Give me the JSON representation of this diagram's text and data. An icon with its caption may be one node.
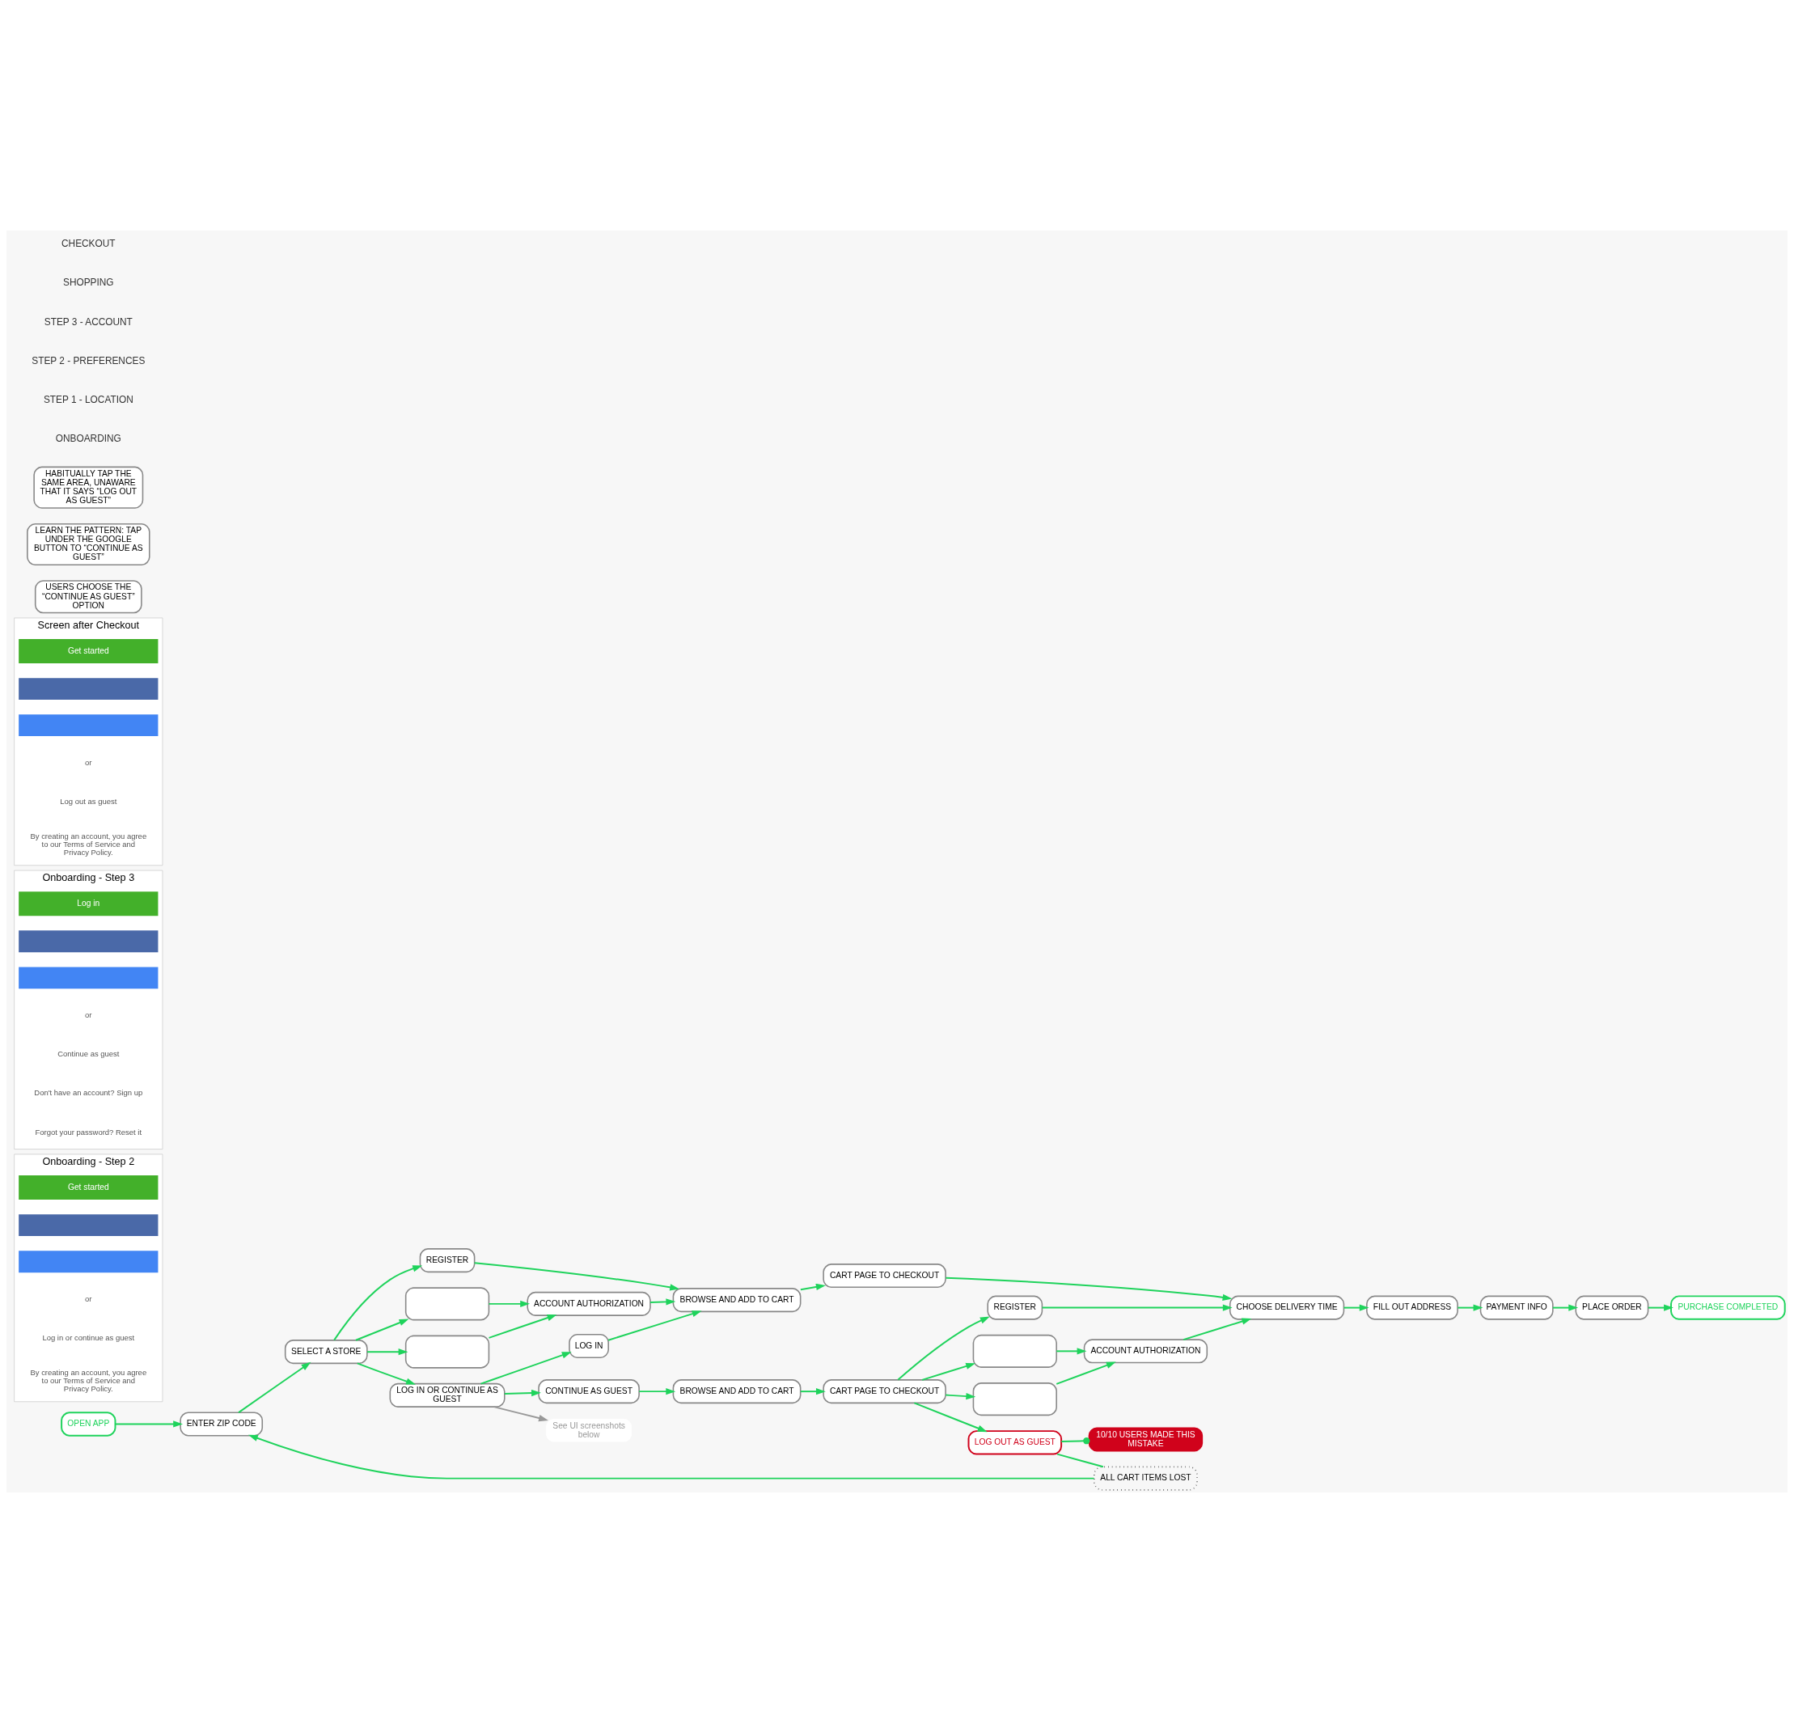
{
  "diagram": {
    "nodes": [
      {
        "text": [
          "OPEN APP"
        ]
      },
      {
        "text": [
          "ENTER ZIP CODE"
        ]
      },
      {
        "text": [
          "SELECT A STORE"
        ]
      },
      {
        "text": [
          "REGISTER"
        ]
      },
      {
        "text": [],
        "shape": "box"
      },
      {
        "text": [],
        "shape": "box"
      },
      {
        "text": [
          "LOG IN OR CONTINUE AS GUEST"
        ]
      },
      {
        "text": [
          "ACCOUNT AUTHORIZATION"
        ]
      },
      {
        "text": [
          "LOG IN"
        ]
      },
      {
        "text": [
          "CONTINUE AS GUEST"
        ]
      },
      {
        "text": [
          "BROWSE AND ADD TO CART"
        ]
      },
      {
        "text": [
          "CART PAGE TO CHECKOUT"
        ]
      },
      {
        "text": [
          "BROWSE AND ADD TO CART"
        ]
      },
      {
        "text": [
          "CART PAGE TO CHECKOUT"
        ]
      },
      {
        "text": [
          "CHOOSE DELIVERY TIME"
        ]
      },
      {
        "text": [
          "FILL OUT ADDRESS"
        ]
      },
      {
        "text": [
          "PAYMENT INFO"
        ]
      },
      {
        "text": [
          "PLACE ORDER"
        ]
      },
      {
        "text": [
          "PURCHASE COMPLETED"
        ]
      },
      {
        "text": [
          "REGISTER"
        ]
      },
      {
        "text": [],
        "shape": "box"
      },
      {
        "text": [],
        "shape": "box"
      },
      {
        "text": [
          "ACCOUNT AUTHORIZATION"
        ]
      },
      {
        "text": [
          "LOG OUT AS GUEST"
        ]
      },
      {
        "text": [
          "10/10 USERS MADE THIS MISTAKE"
        ]
      },
      {
        "text": [
          "ALL CART ITEMS LOST"
        ]
      },
      {
        "text": [
          "See UI screenshots below"
        ]
      },
      {
        "text": [
          "Onboarding - Step 2"
        ]
      },
      {
        "text": [
          "Get started"
        ],
        "in": 27
      },
      {
        "text": [],
        "shape": "box",
        "in": 27
      },
      {
        "text": [],
        "shape": "box",
        "in": 27
      },
      {
        "text": [
          "Onboarding - Step 3"
        ]
      },
      {
        "text": [
          "Log in"
        ],
        "in": 31
      },
      {
        "text": [],
        "shape": "box",
        "in": 31
      },
      {
        "text": [],
        "shape": "box",
        "in": 31
      },
      {
        "text": [
          "Screen after Checkout"
        ]
      },
      {
        "text": [
          "Get started"
        ],
        "in": 35
      },
      {
        "text": [],
        "shape": "box",
        "in": 35
      },
      {
        "text": [],
        "shape": "box",
        "in": 35
      },
      {
        "text": [
          "USERS CHOOSE THE “CONTINUE AS GUEST” OPTION"
        ]
      },
      {
        "text": [
          "LEARN THE PATTERN: TAP UNDER THE GOOGLE BUTTON TO “CONTINUE AS GUEST”"
        ]
      },
      {
        "text": [
          "HABITUALLY TAP THE SAME AREA, UNAWARE THAT IT SAYS “LOG OUT AS GUEST”"
        ]
      }
    ],
    "edges": [
      {
        "from": 0,
        "to": 1,
        "arrow": "to"
      },
      {
        "from": 1,
        "to": 2,
        "arrow": "to"
      },
      {
        "from": 2,
        "to": 3,
        "arrow": "to"
      },
      {
        "from": 2,
        "to": 4,
        "arrow": "to"
      },
      {
        "from": 2,
        "to": 5,
        "arrow": "to"
      },
      {
        "from": 2,
        "to": 6,
        "arrow": "to"
      },
      {
        "from": 4,
        "to": 7,
        "arrow": "to"
      },
      {
        "from": 5,
        "to": 7,
        "arrow": "to"
      },
      {
        "from": 3,
        "to": 10,
        "arrow": "to"
      },
      {
        "from": 7,
        "to": 10,
        "arrow": "to"
      },
      {
        "from": 6,
        "to": 8,
        "arrow": "to"
      },
      {
        "from": 6,
        "to": 9,
        "arrow": "to"
      },
      {
        "from": 8,
        "to": 10,
        "arrow": "to"
      },
      {
        "from": 9,
        "to": 12,
        "arrow": "to"
      },
      {
        "from": 10,
        "to": 11,
        "arrow": "to"
      },
      {
        "from": 12,
        "to": 13,
        "arrow": "to"
      },
      {
        "from": 11,
        "to": 14,
        "arrow": "to"
      },
      {
        "from": 19,
        "to": 14,
        "arrow": "to"
      },
      {
        "from": 22,
        "to": 14,
        "arrow": "to"
      },
      {
        "from": 14,
        "to": 15,
        "arrow": "to"
      },
      {
        "from": 15,
        "to": 16,
        "arrow": "to"
      },
      {
        "from": 16,
        "to": 17,
        "arrow": "to"
      },
      {
        "from": 17,
        "to": 18,
        "arrow": "to"
      },
      {
        "from": 13,
        "to": 19,
        "arrow": "to"
      },
      {
        "from": 13,
        "to": 20,
        "arrow": "to"
      },
      {
        "from": 13,
        "to": 21,
        "arrow": "to"
      },
      {
        "from": 13,
        "to": 23,
        "arrow": "to"
      },
      {
        "from": 20,
        "to": 22,
        "arrow": "to"
      },
      {
        "from": 21,
        "to": 22,
        "arrow": "to"
      },
      {
        "from": 23,
        "to": 24,
        "arrow": "other"
      },
      {
        "from": 23,
        "to": 25,
        "arrow": "none"
      },
      {
        "from": 25,
        "to": 1,
        "arrow": "to"
      },
      {
        "from": 6,
        "to": 26,
        "arrow": "to",
        "color": "#999999"
      }
    ],
    "labels": [
      "ONBOARDING",
      "STEP 1 - LOCATION",
      "STEP 2 - PREFERENCES",
      "STEP 3 - ACCOUNT",
      "SHOPPING",
      "CHECKOUT",
      "or",
      "Log in or continue as guest",
      "By creating an account, you agree to our Terms of Service and Privacy Policy.",
      "or",
      "Continue as guest",
      "Don't have an account? Sign up",
      "Forgot your password? Reset it",
      "or",
      "Log out as guest",
      "By creating an account, you agree to our Terms of Service and Privacy Policy."
    ]
  }
}
